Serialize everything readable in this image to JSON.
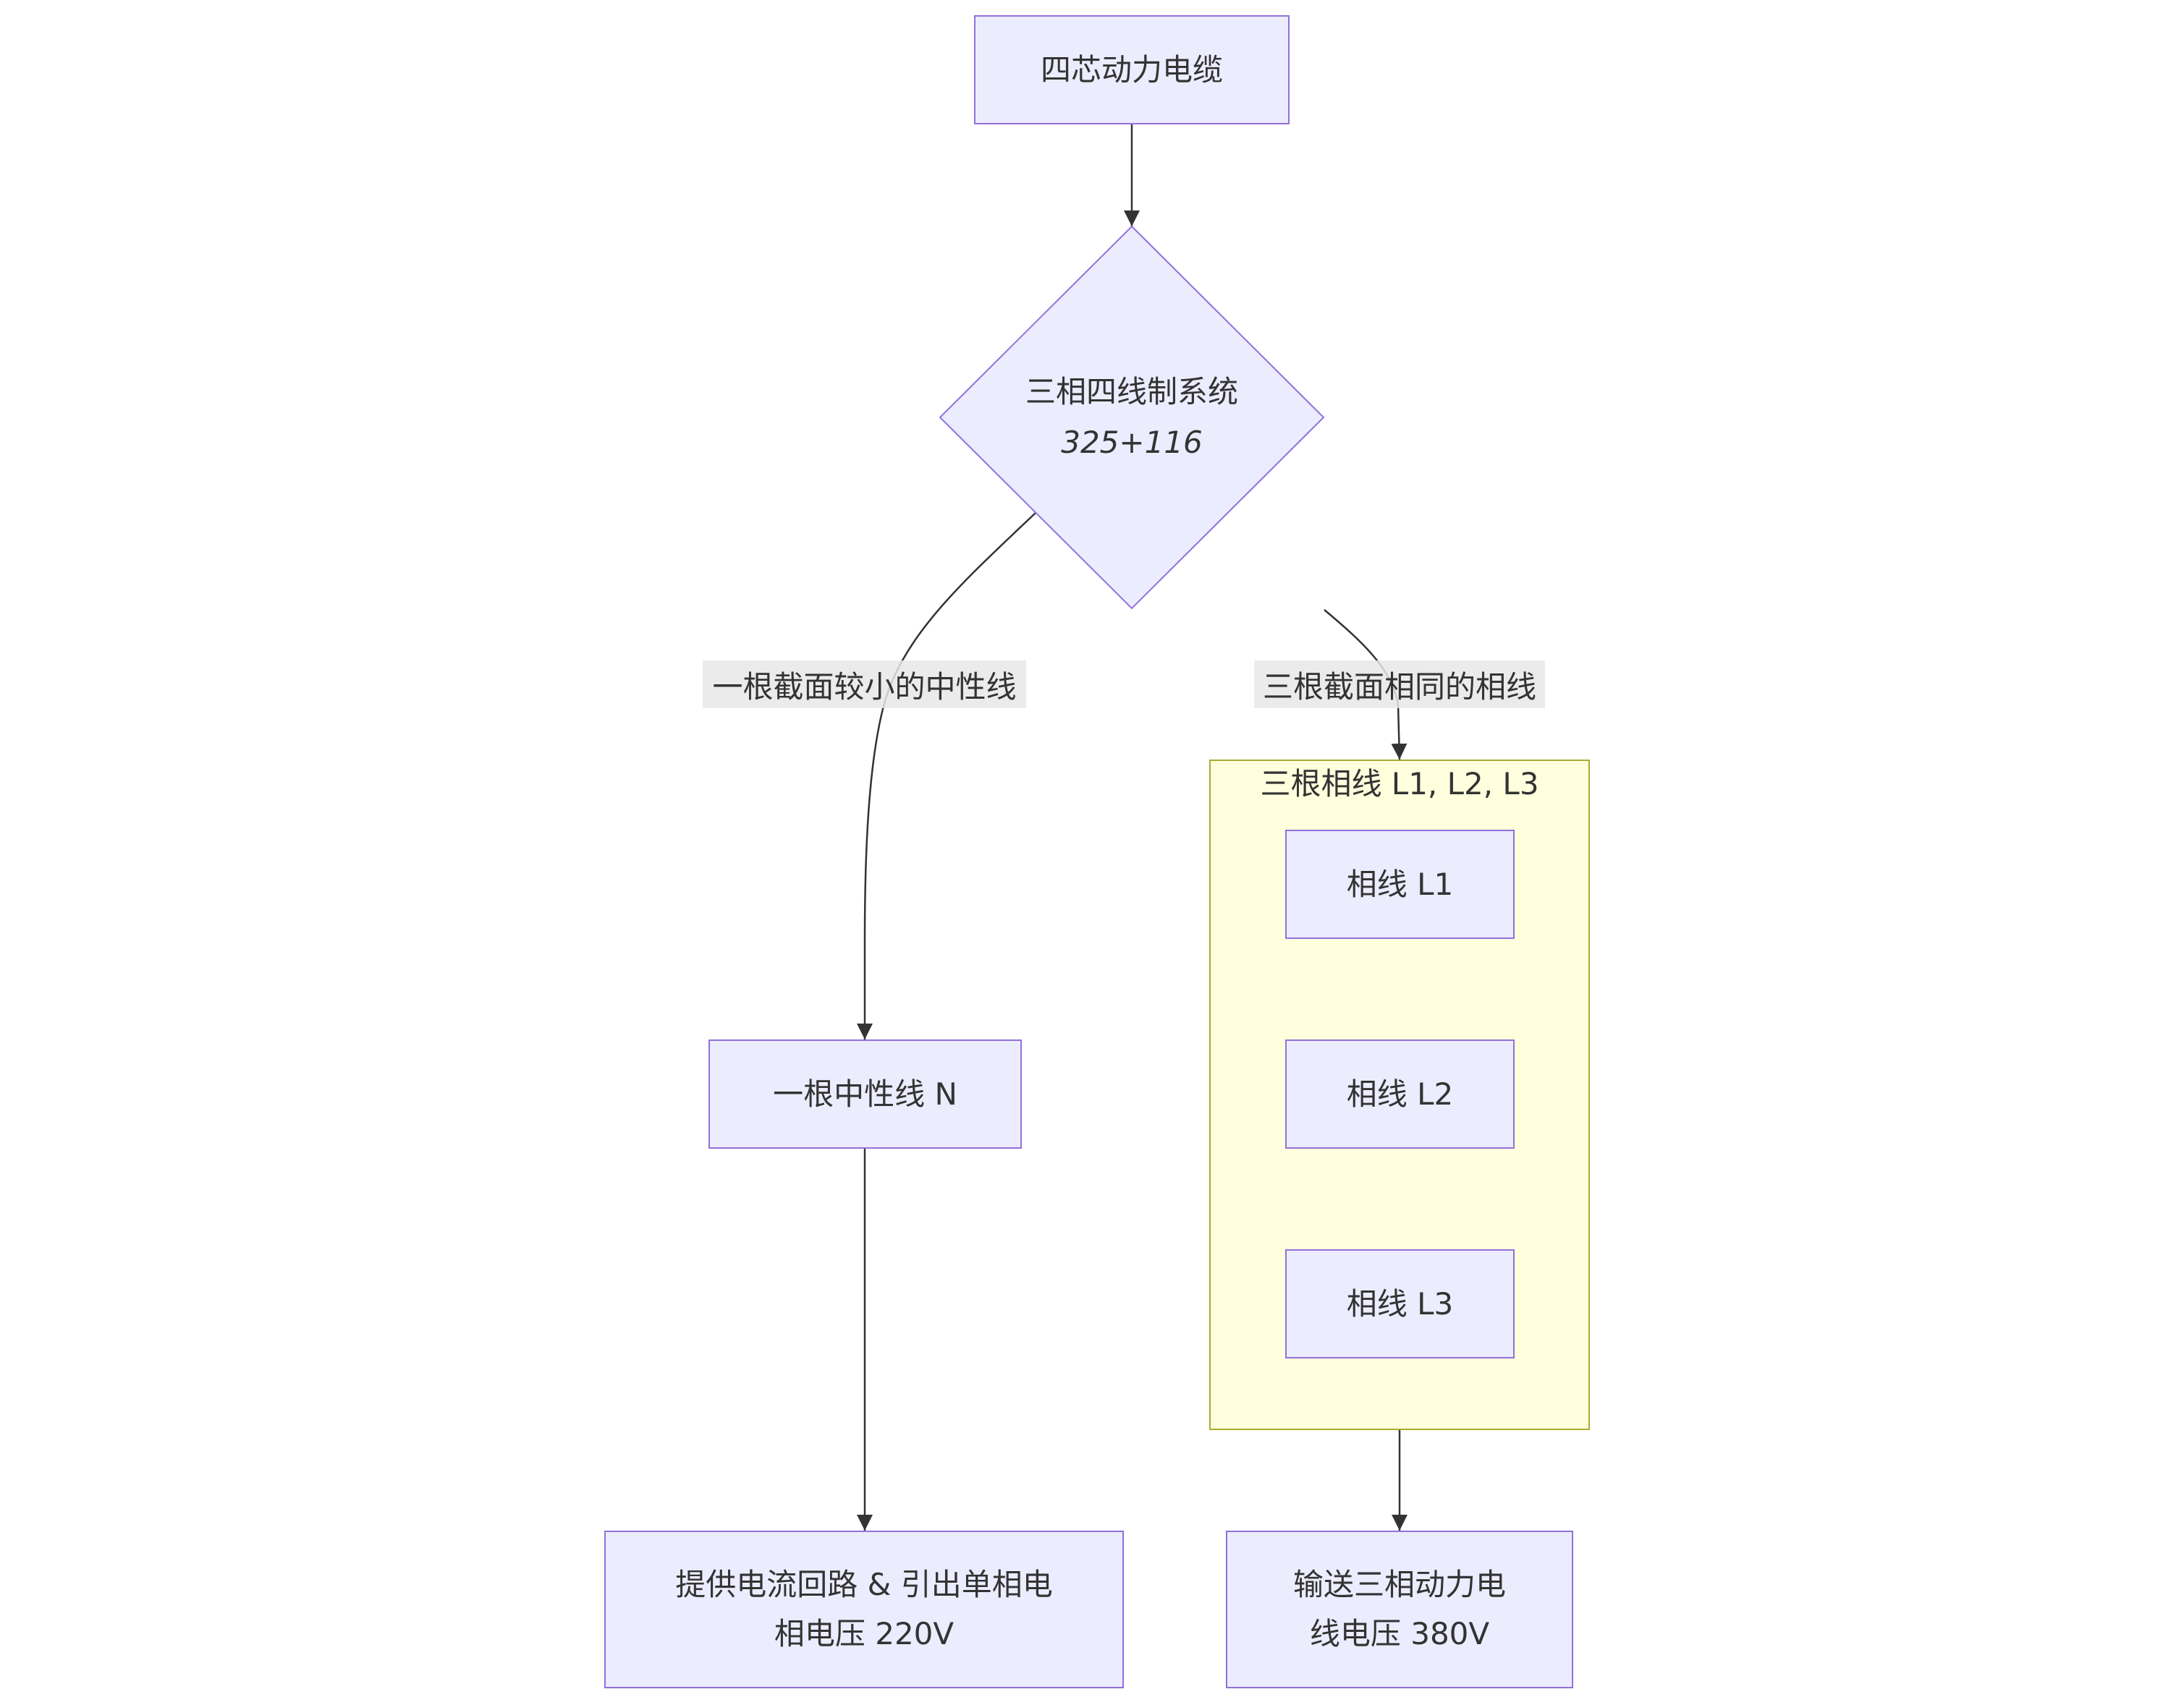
{
  "nodes": {
    "cable": {
      "label": "四芯动力电缆"
    },
    "system": {
      "line1": "三相四线制系统",
      "line2": "325+116"
    },
    "neutral": {
      "label": "一根中性线 N"
    },
    "phase_group": {
      "title": "三根相线 L1, L2, L3",
      "phases": [
        "相线 L1",
        "相线 L2",
        "相线 L3"
      ]
    },
    "neutral_result": {
      "lines": [
        "提供电流回路 & 引出单相电",
        "相电压 220V"
      ]
    },
    "phase_result": {
      "lines": [
        "输送三相动力电",
        "线电压 380V"
      ]
    }
  },
  "edges": {
    "to_neutral_label": "一根截面较小的中性线",
    "to_phases_label": "三根截面相同的相线"
  },
  "colors": {
    "node_fill": "#ECECFF",
    "node_stroke": "#9370DB",
    "cluster_fill": "#ffffde",
    "cluster_stroke": "#aaaa33",
    "edge": "#333333",
    "edge_label_bg": "#e8e8e8",
    "text": "#333333"
  }
}
